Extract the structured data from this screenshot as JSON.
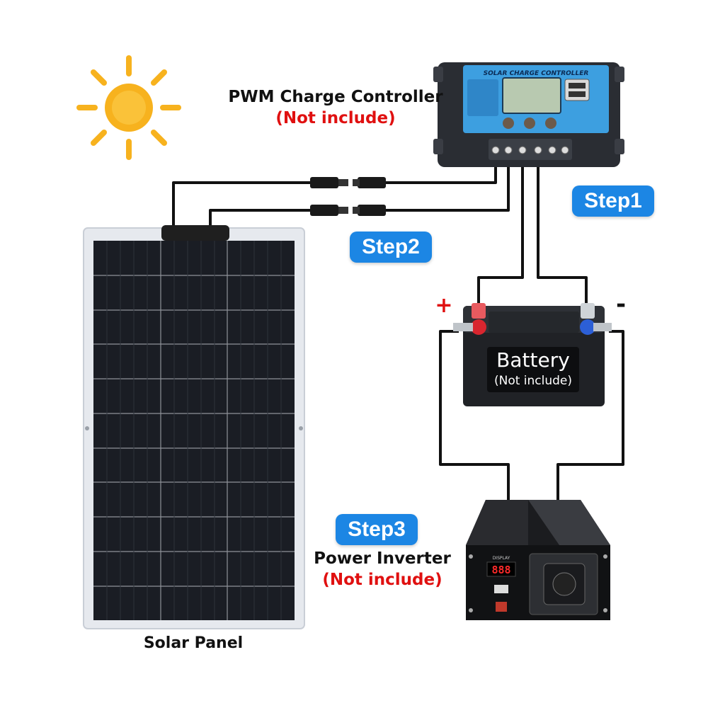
{
  "colors": {
    "step_badge": "#1c86e4",
    "note_red": "#e01010",
    "sun": "#f7b21e",
    "wire": "#111111",
    "controller_screen": "#3d9fe0",
    "panel_cell": "#1a1d24",
    "positive_terminal": "#d8262f",
    "negative_terminal": "#2c5fd6"
  },
  "labels": {
    "controller": "PWM Charge Controller",
    "controller_note": "(Not include)",
    "controller_face_text": "SOLAR CHARGE CONTROLLER",
    "battery": "Battery",
    "battery_note": "(Not include)",
    "battery_plus": "+",
    "battery_minus": "-",
    "inverter": "Power Inverter",
    "inverter_note": "(Not include)",
    "inverter_display_label": "DISPLAY",
    "inverter_display_value": "888",
    "solar_panel": "Solar Panel"
  },
  "steps": {
    "step1": "Step1",
    "step2": "Step2",
    "step3": "Step3"
  },
  "icons": {
    "sun": "sun-icon",
    "controller": "charge-controller-icon",
    "battery": "battery-icon",
    "inverter": "power-inverter-icon",
    "panel": "solar-panel-icon"
  }
}
